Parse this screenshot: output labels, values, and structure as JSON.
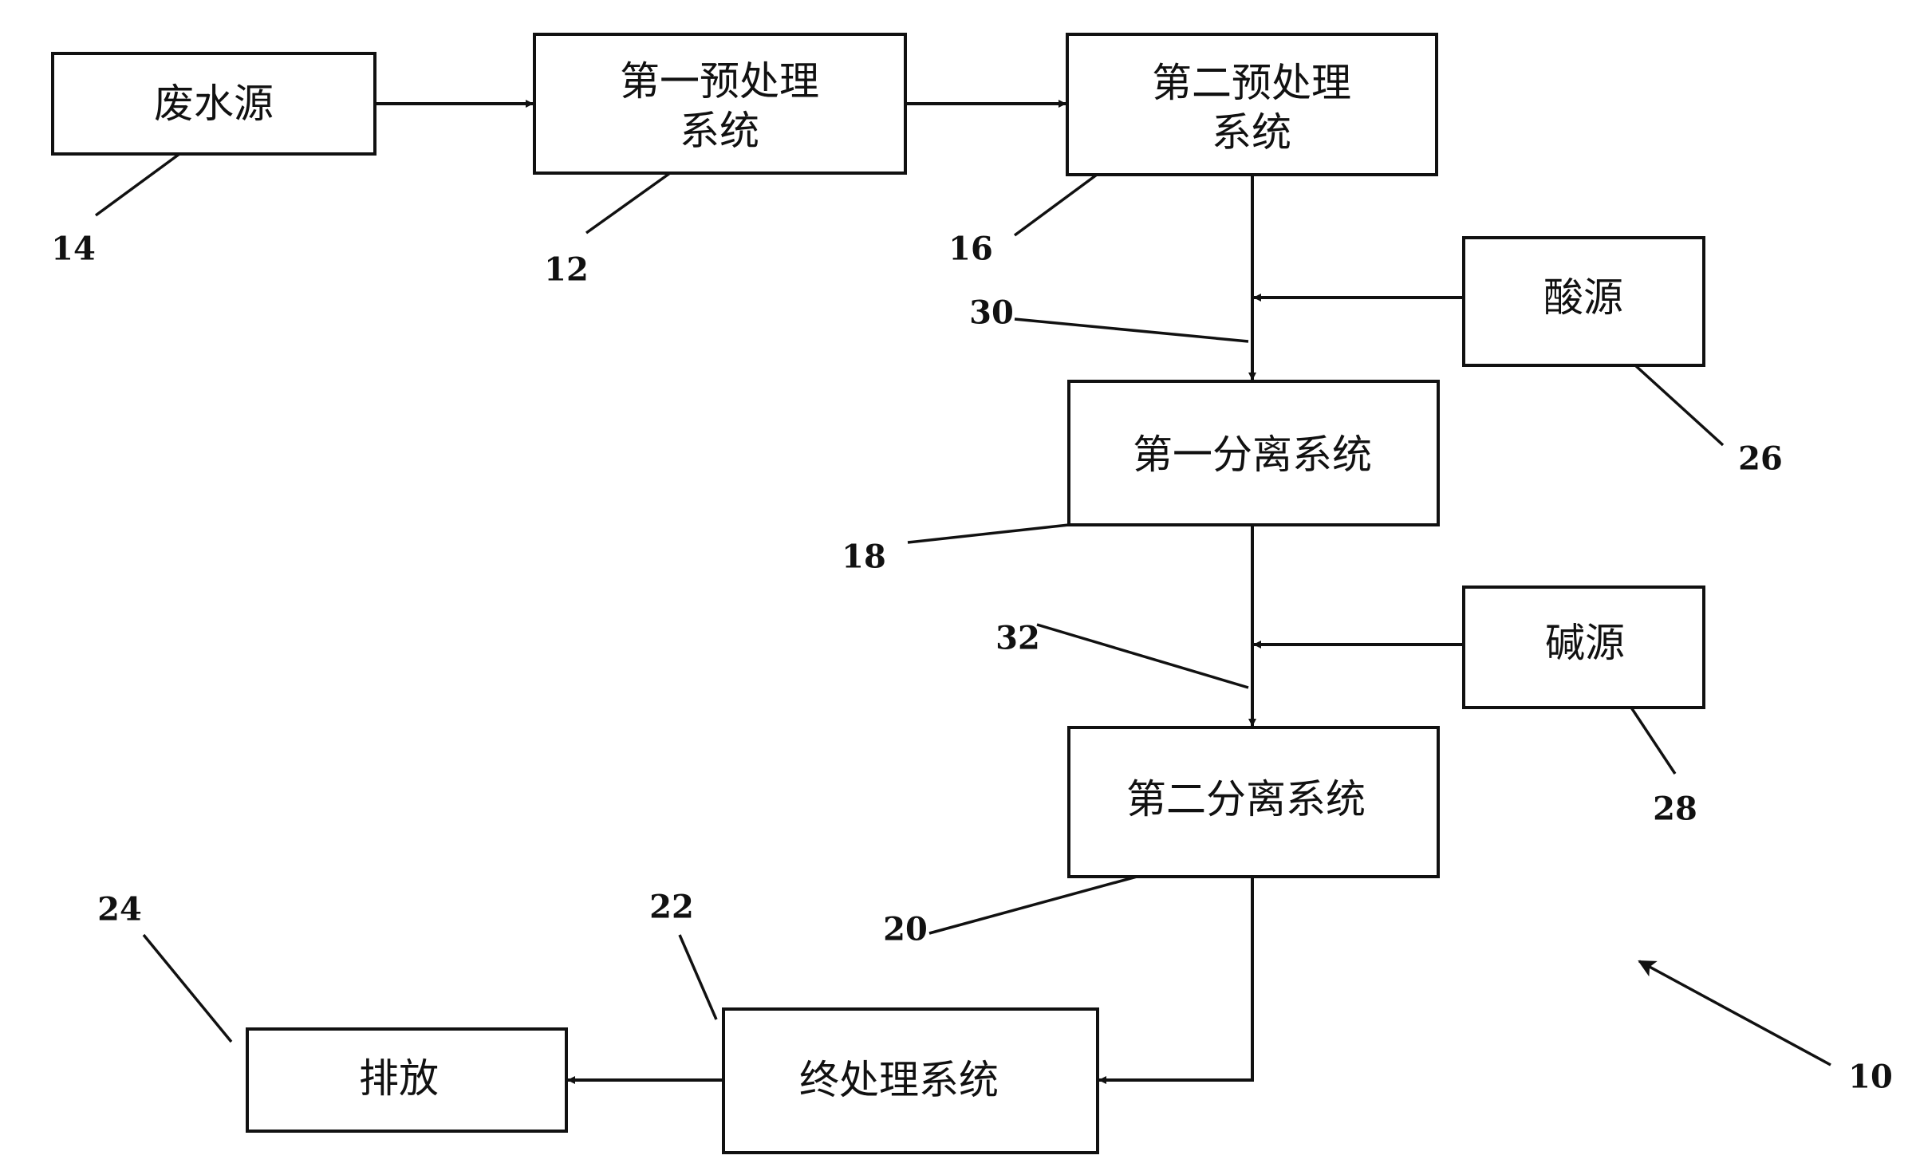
{
  "boxes": {
    "wastewater_source": {
      "line1": "废水源",
      "line2": ""
    },
    "first_pretreatment": {
      "line1": "第一预处理",
      "line2": "系统"
    },
    "second_pretreatment": {
      "line1": "第二预处理",
      "line2": "系统"
    },
    "acid_source": {
      "line1": "酸源",
      "line2": ""
    },
    "first_separation": {
      "line1": "第一分离系统",
      "line2": ""
    },
    "alkali_source": {
      "line1": "碱源",
      "line2": ""
    },
    "second_separation": {
      "line1": "第二分离系统",
      "line2": ""
    },
    "final_treatment": {
      "line1": "终处理系统",
      "line2": ""
    },
    "discharge": {
      "line1": "排放",
      "line2": ""
    }
  },
  "refs": {
    "r14": "14",
    "r12": "12",
    "r16": "16",
    "r30": "30",
    "r26": "26",
    "r18": "18",
    "r32": "32",
    "r28": "28",
    "r20": "20",
    "r24": "24",
    "r22": "22",
    "r10": "10"
  }
}
